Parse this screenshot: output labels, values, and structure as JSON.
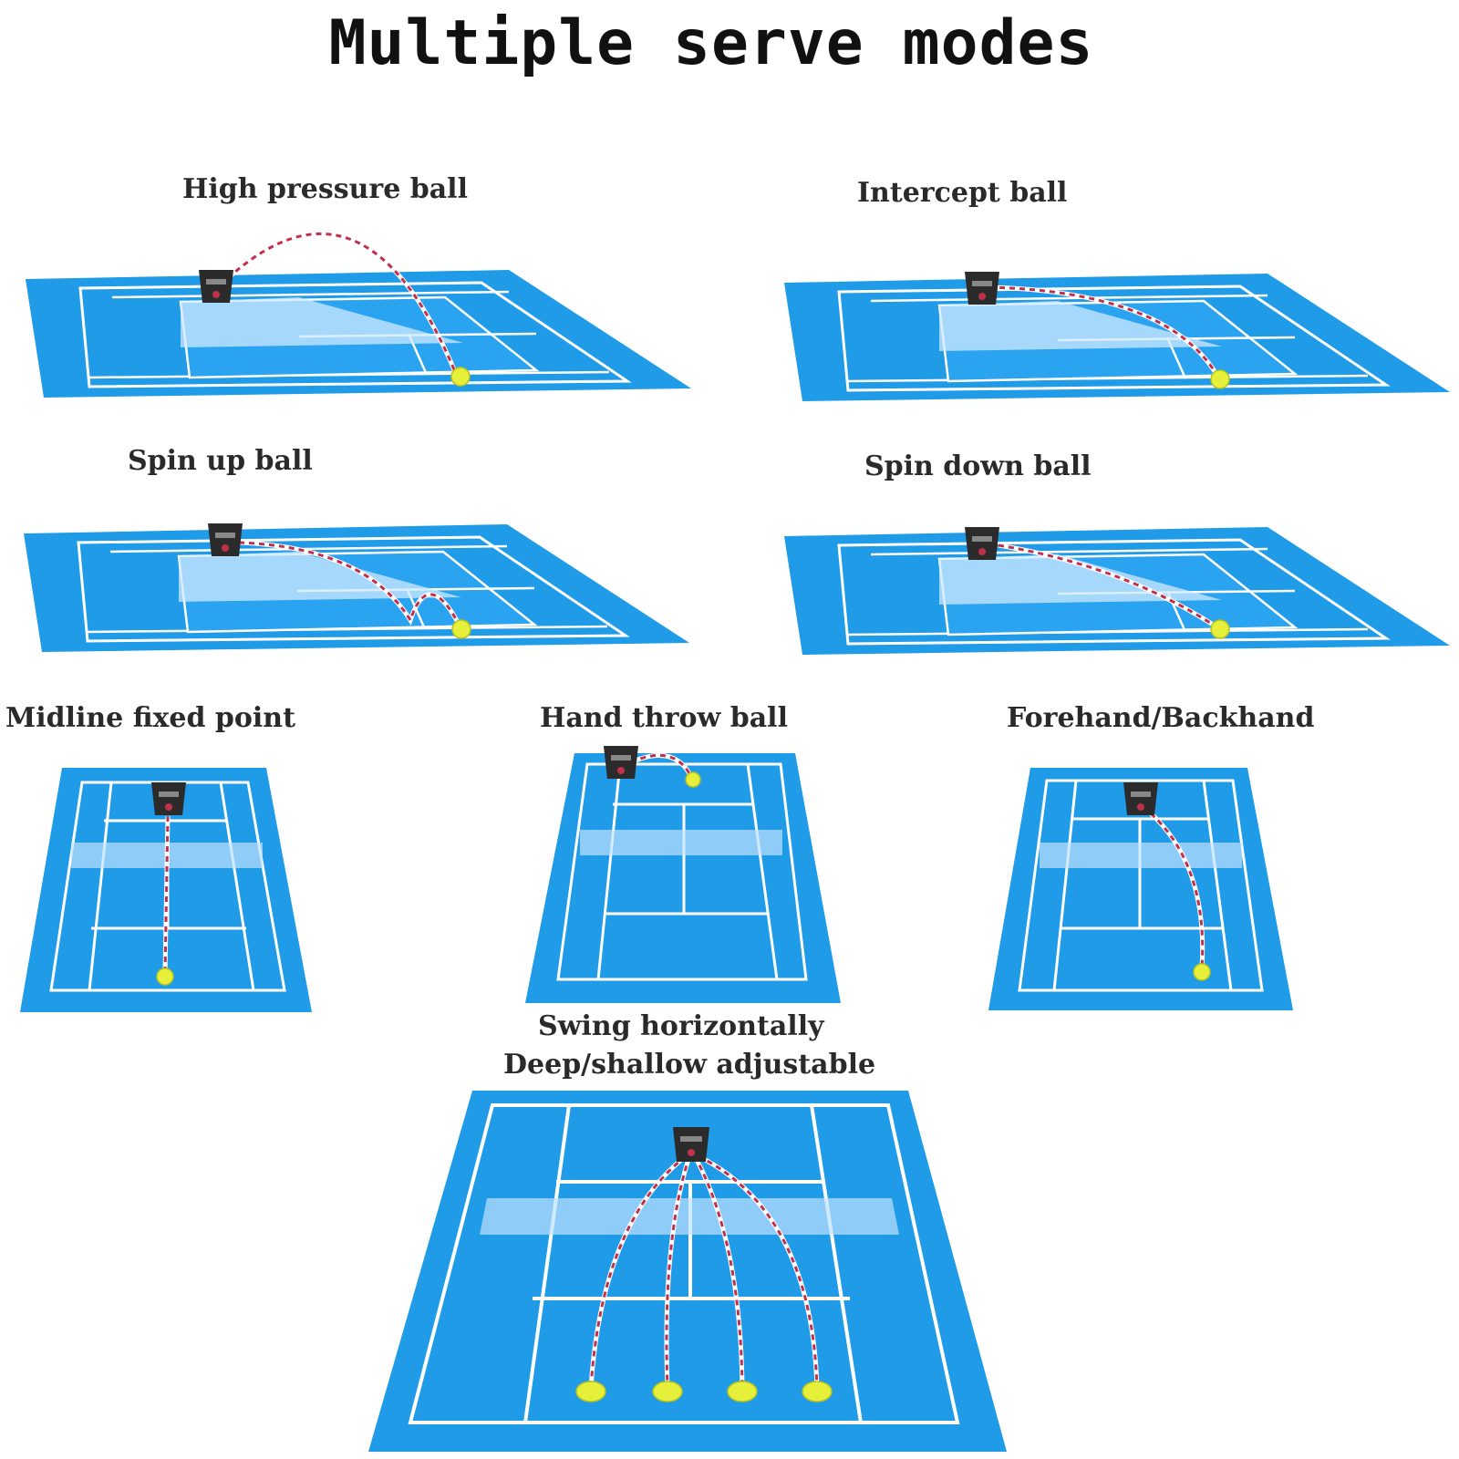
{
  "title": "Multiple serve modes",
  "modes": {
    "high_pressure": "High pressure ball",
    "intercept": "Intercept ball",
    "spin_up": "Spin up ball",
    "spin_down": "Spin down ball",
    "midline": "Midline fixed point",
    "hand_throw": "Hand throw ball",
    "forehand_backhand": "Forehand/Backhand",
    "swing_line1": "Swing horizontally",
    "swing_line2": "Deep/shallow adjustable"
  },
  "colors": {
    "court": "#1f9be8",
    "court_dark": "#1786d6",
    "lines": "#ffffff",
    "net": "#bfe3ff",
    "trajectory": "#c0304a",
    "ball": "#e6f03a",
    "machine": "#2b2b2b"
  },
  "icons": {
    "machine": "ball-machine-icon",
    "ball": "tennis-ball-icon"
  }
}
